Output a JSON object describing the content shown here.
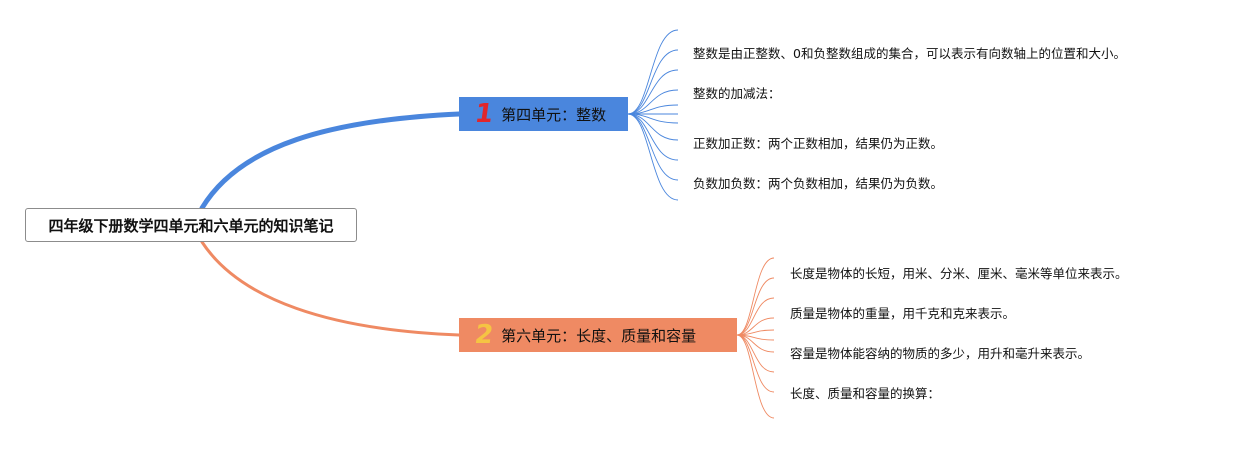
{
  "root": {
    "title": "四年级下册数学四单元和六单元的知识笔记"
  },
  "colors": {
    "branch1": "#4a86dd",
    "branch2": "#ef8a63",
    "branch1_number": "#e0262b",
    "branch2_number": "#f5c443"
  },
  "branches": [
    {
      "number": "1",
      "label": "第四单元：整数",
      "items": [
        "整数是由正整数、0和负整数组成的集合，可以表示有向数轴上的位置和大小。",
        "整数的加减法：",
        "",
        "正数加正数：两个正数相加，结果仍为正数。",
        "负数加负数：两个负数相加，结果仍为负数。"
      ]
    },
    {
      "number": "2",
      "label": "第六单元：长度、质量和容量",
      "items": [
        "长度是物体的长短，用米、分米、厘米、毫米等单位来表示。",
        "质量是物体的重量，用千克和克来表示。",
        "容量是物体能容纳的物质的多少，用升和毫升来表示。",
        "长度、质量和容量的换算："
      ]
    }
  ]
}
